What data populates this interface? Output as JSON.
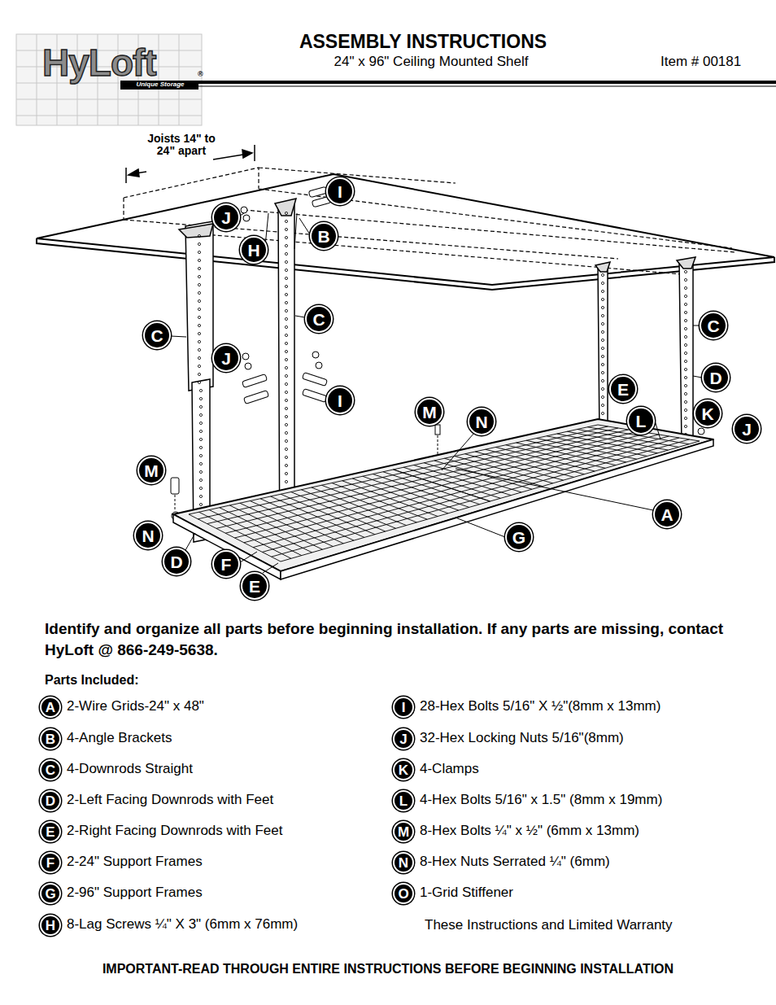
{
  "diagram": {
    "title": "ASSEMBLY INSTRUCTIONS",
    "nodes": [
      {
        "text": [
          "I"
        ]
      },
      {
        "text": [
          "J"
        ]
      },
      {
        "text": [
          "B"
        ]
      },
      {
        "text": [
          "H"
        ]
      },
      {
        "text": [
          "C"
        ]
      },
      {
        "text": [
          "C"
        ]
      },
      {
        "text": [
          "C"
        ]
      },
      {
        "text": [
          "J"
        ]
      },
      {
        "text": [
          "I"
        ]
      },
      {
        "text": [
          "D"
        ]
      },
      {
        "text": [
          "E"
        ]
      },
      {
        "text": [
          "M"
        ]
      },
      {
        "text": [
          "N"
        ]
      },
      {
        "text": [
          "K"
        ]
      },
      {
        "text": [
          "L"
        ]
      },
      {
        "text": [
          "J"
        ]
      },
      {
        "text": [
          "A"
        ]
      },
      {
        "text": [
          "M"
        ]
      },
      {
        "text": [
          "N"
        ]
      },
      {
        "text": [
          "G"
        ]
      },
      {
        "text": [
          "D"
        ]
      },
      {
        "text": [
          "F"
        ]
      },
      {
        "text": [
          "E"
        ]
      },
      {
        "text": [
          "A"
        ]
      },
      {
        "text": [
          "B"
        ]
      },
      {
        "text": [
          "C"
        ]
      },
      {
        "text": [
          "D"
        ]
      },
      {
        "text": [
          "E"
        ]
      },
      {
        "text": [
          "F"
        ]
      },
      {
        "text": [
          "G"
        ]
      },
      {
        "text": [
          "H"
        ]
      },
      {
        "text": [
          "I"
        ]
      },
      {
        "text": [
          "J"
        ]
      },
      {
        "text": [
          "K"
        ]
      },
      {
        "text": [
          "L"
        ]
      },
      {
        "text": [
          "M"
        ]
      },
      {
        "text": [
          "N"
        ]
      },
      {
        "text": [
          "O"
        ]
      }
    ],
    "edges": [],
    "labels": [
      "HyLoft",
      "®",
      "Unique Storage",
      "24\" x 96\" Ceiling Mounted Shelf",
      "Item # 00181",
      "Joists 14\" to 24\" apart",
      "Identify and organize all parts before beginning installation.  If any parts are missing, contact HyLoft @ 866-249-5638.",
      "Parts Included:",
      "2-Wire Grids-24\" x 48\"",
      "4-Angle Brackets",
      "4-Downrods Straight",
      "2-Left Facing Downrods with Feet",
      "2-Right Facing Downrods with Feet",
      "2-24\" Support Frames",
      "2-96\" Support Frames",
      "8-Lag Screws ¼\" X 3\" (6mm x 76mm)",
      "28-Hex Bolts 5/16\" X ½\"(8mm x 13mm)",
      "32-Hex Locking Nuts  5/16\"(8mm)",
      "4-Clamps",
      "4-Hex Bolts 5/16\" x 1.5\" (8mm x 19mm)",
      "8-Hex Bolts ¼\" x ½\" (6mm x 13mm)",
      "8-Hex Nuts Serrated ¼\" (6mm)",
      "1-Grid Stiffener",
      "These Instructions and Limited Warranty",
      "IMPORTANT-READ THROUGH ENTIRE INSTRUCTIONS BEFORE BEGINNING INSTALLATION"
    ]
  }
}
